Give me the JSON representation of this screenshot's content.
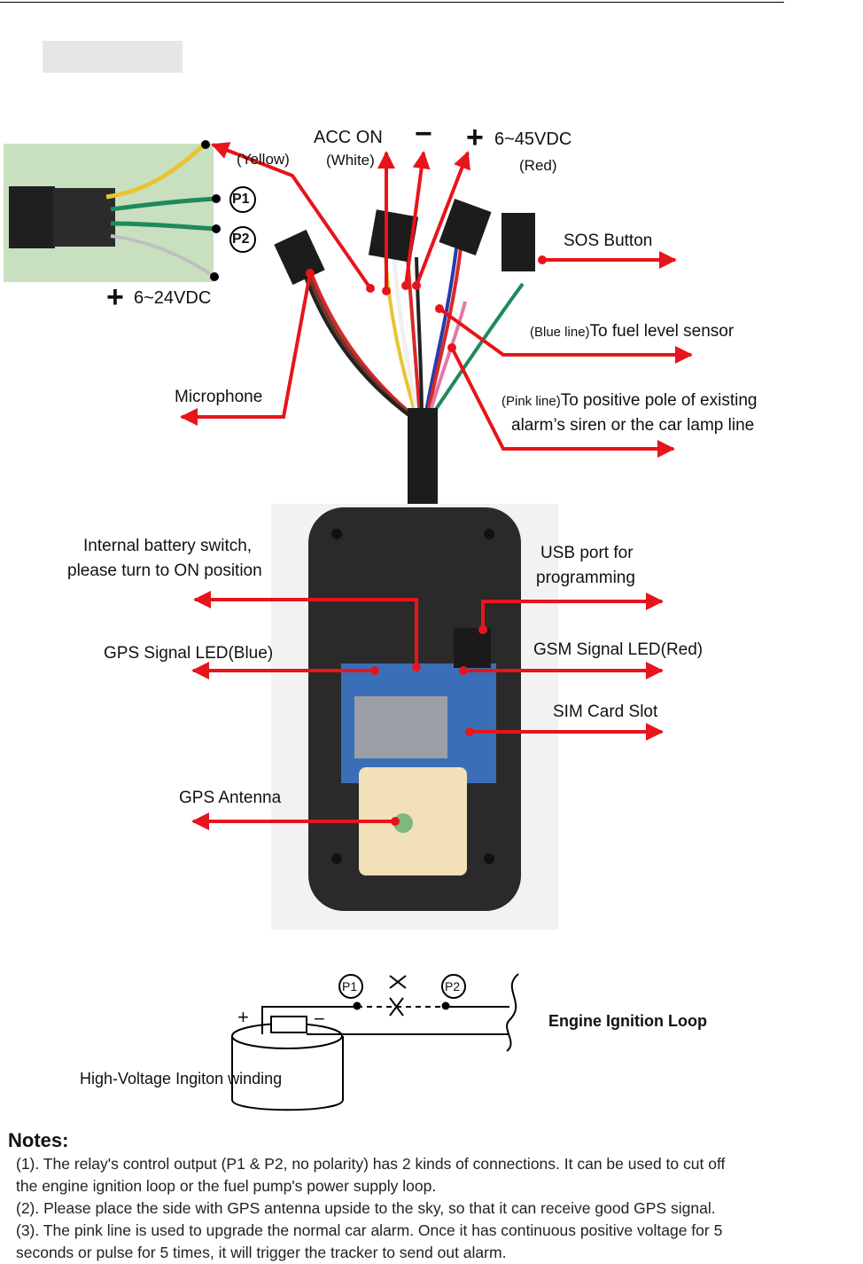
{
  "wire_labels": {
    "yellow": "(Yellow)",
    "acc_on": "ACC ON",
    "white": "(White)",
    "minus": "−",
    "plus": "+",
    "voltage_main": "6~45VDC",
    "red": "(Red)",
    "p1": "P1",
    "p2": "P2",
    "voltage_relay": "6~24VDC",
    "sos": "SOS Button",
    "blue_line_prefix": "(Blue line)",
    "blue_line_text": "To fuel level sensor",
    "microphone": "Microphone",
    "pink_line_prefix": "(Pink line)",
    "pink_line_text1": "To positive pole of existing",
    "pink_line_text2": "alarm’s siren or the car lamp line"
  },
  "device_labels": {
    "battery_switch_1": "Internal battery switch,",
    "battery_switch_2": "please turn to ON position",
    "usb_1": "USB port for",
    "usb_2": "programming",
    "gps_led": "GPS Signal LED(Blue)",
    "gsm_led": "GSM Signal LED(Red)",
    "sim_slot": "SIM Card Slot",
    "gps_antenna": "GPS Antenna"
  },
  "circuit": {
    "p1": "P1",
    "p2": "P2",
    "plus": "+",
    "minus": "−",
    "loop_label": "Engine Ignition Loop",
    "winding_label": "High-Voltage Ingiton winding"
  },
  "notes": {
    "title": "Notes:",
    "lines": [
      "(1). The relay's control output (P1 & P2, no polarity) has 2 kinds of connections. It can be used to cut off",
      "the engine ignition loop or the fuel pump's power supply loop.",
      "(2). Please place the side with GPS antenna upside to the sky, so that it can receive good GPS signal.",
      "(3). The pink line is used to upgrade the normal car alarm. Once it has continuous positive voltage for 5",
      "seconds or pulse for 5 times, it will trigger the tracker to send out alarm."
    ]
  },
  "colors": {
    "arrow": "#e8141b",
    "wire_yellow": "#e8c432",
    "wire_green": "#1f8a5a",
    "wire_white": "#f2f2f2",
    "wire_red": "#d8282a",
    "wire_blue": "#2b3aa8",
    "wire_pink": "#e07aa8",
    "device_body": "#2a2a2a",
    "antenna": "#f2e0b8",
    "pcb": "#3a6fb8"
  }
}
